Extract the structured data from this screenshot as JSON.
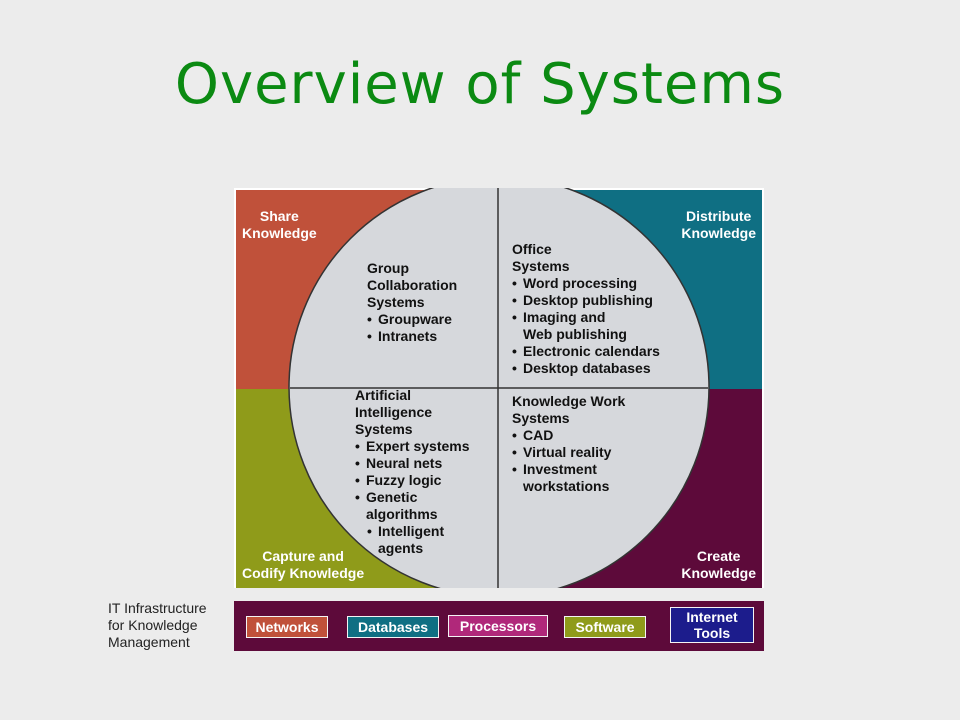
{
  "title": "Overview of Systems",
  "quadrants": {
    "share": {
      "label": [
        "Share",
        "Knowledge"
      ],
      "color": "#c0513a"
    },
    "distribute": {
      "label": [
        "Distribute",
        "Knowledge"
      ],
      "color": "#0f6f83"
    },
    "capture": {
      "label": [
        "Capture and",
        "Codify Knowledge"
      ],
      "color": "#8f9b1a"
    },
    "create": {
      "label": [
        "Create",
        "Knowledge"
      ],
      "color": "#5d0a3a"
    }
  },
  "systems": {
    "group": {
      "title": [
        "Group",
        "Collaboration",
        "Systems"
      ],
      "items": [
        "Groupware",
        "Intranets"
      ]
    },
    "office": {
      "title": [
        "Office",
        "Systems"
      ],
      "items": [
        "Word processing",
        "Desktop publishing",
        "Imaging and\nWeb publishing",
        "Electronic calendars",
        "Desktop databases"
      ]
    },
    "ai": {
      "title": [
        "Artificial",
        "Intelligence",
        "Systems"
      ],
      "items": [
        "Expert systems",
        "Neural nets",
        "Fuzzy logic",
        "Genetic\nalgorithms",
        "Intelligent\nagents"
      ]
    },
    "kw": {
      "title": [
        "Knowledge Work",
        "Systems"
      ],
      "items": [
        "CAD",
        "Virtual reality",
        "Investment\nworkstations"
      ]
    }
  },
  "infrastructure": {
    "label": [
      "IT Infrastructure",
      "for Knowledge",
      "Management"
    ],
    "items": [
      {
        "label": "Networks",
        "color": "#c0513a"
      },
      {
        "label": "Databases",
        "color": "#0f6f83"
      },
      {
        "label": "Processors",
        "color": "#b0287a"
      },
      {
        "label": "Software",
        "color": "#8f9b1a"
      },
      {
        "label": "Internet Tools",
        "color": "#1c1c8c"
      }
    ]
  },
  "circle_fill": "#d6d8dc"
}
